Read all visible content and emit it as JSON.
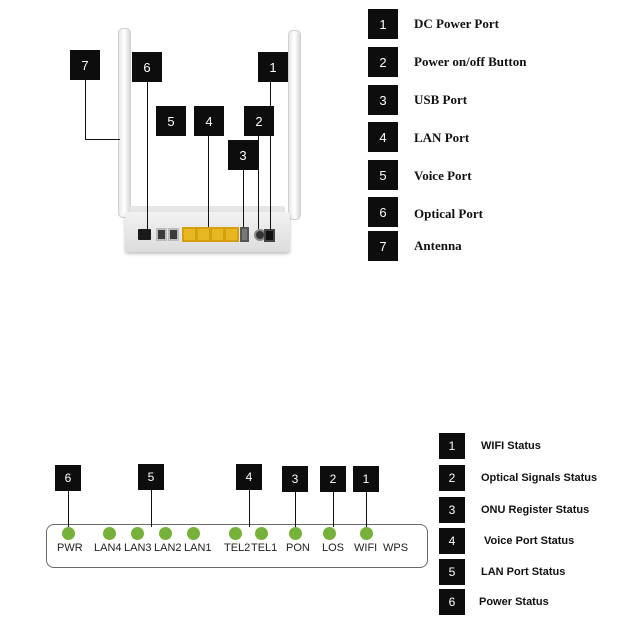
{
  "top_diagram": {
    "legend": [
      {
        "num": "1",
        "label": "DC Power Port"
      },
      {
        "num": "2",
        "label": "Power on/off Button"
      },
      {
        "num": "3",
        "label": "USB Port"
      },
      {
        "num": "4",
        "label": "LAN Port"
      },
      {
        "num": "5",
        "label": "Voice Port"
      },
      {
        "num": "6",
        "label": "Optical Port"
      },
      {
        "num": "7",
        "label": "Antenna"
      }
    ],
    "callouts": [
      "7",
      "6",
      "1",
      "5",
      "4",
      "2",
      "3"
    ],
    "colors": {
      "lan_port": "#e7b722",
      "box": "#0d0d0d"
    }
  },
  "bottom_diagram": {
    "legend": [
      {
        "num": "1",
        "label": "WIFI Status"
      },
      {
        "num": "2",
        "label": "Optical Signals Status"
      },
      {
        "num": "3",
        "label": "ONU Register Status"
      },
      {
        "num": "4",
        "label": "Voice Port Status"
      },
      {
        "num": "5",
        "label": "LAN Port Status"
      },
      {
        "num": "6",
        "label": "Power Status"
      }
    ],
    "callouts": [
      "6",
      "5",
      "4",
      "3",
      "2",
      "1"
    ],
    "leds": [
      "PWR",
      "LAN4",
      "LAN3",
      "LAN2",
      "LAN1",
      "TEL2",
      "TEL1",
      "PON",
      "LOS",
      "WIFI",
      "WPS"
    ],
    "colors": {
      "led": "#76b23a"
    }
  }
}
